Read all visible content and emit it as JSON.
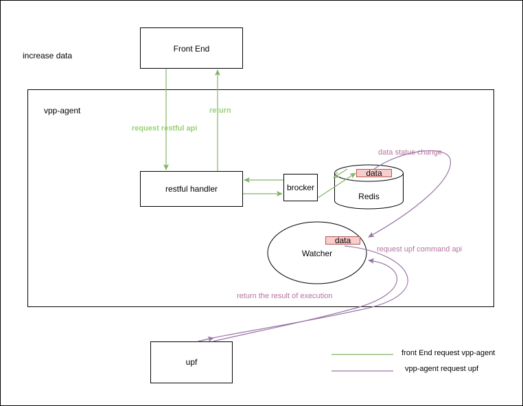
{
  "diagram": {
    "caption": "increase data",
    "container_label": "vpp-agent",
    "nodes": {
      "front_end": "Front End",
      "restful_handler": "restful handler",
      "brocker": "brocker",
      "redis": "Redis",
      "redis_data": "data",
      "watcher": "Watcher",
      "watcher_data": "data",
      "upf": "upf"
    },
    "edges": {
      "request_restful_api": "request restful api",
      "return": "return",
      "data_status_change": "data status change",
      "request_upf_command_api": "request upf command api",
      "return_result": "return the result of execution"
    },
    "legend": {
      "green": "front End request vpp-agent",
      "purple": "vpp-agent request upf"
    },
    "colors": {
      "green": "#82B366",
      "green_text": "#97D077",
      "purple": "#9673A6",
      "purple_text": "#B5739D",
      "data_fill": "#F8CECC",
      "data_stroke": "#B85450"
    }
  }
}
